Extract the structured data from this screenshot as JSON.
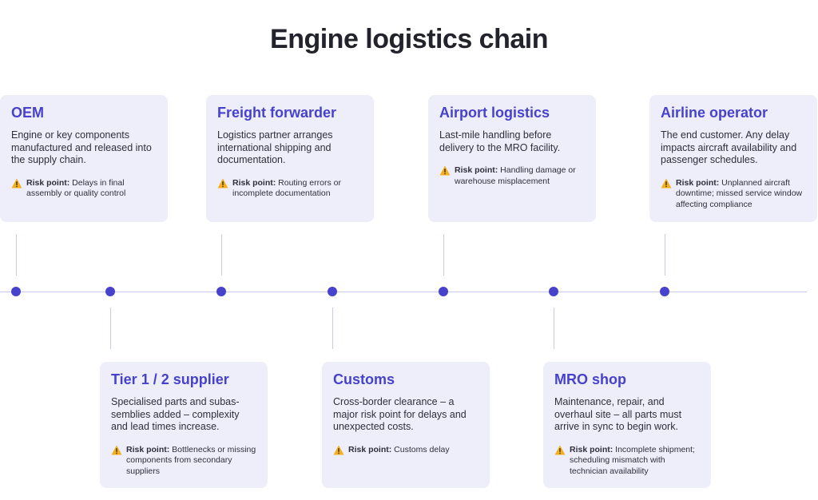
{
  "title": "Engine logistics chain",
  "colors": {
    "accent": "#4642cc",
    "card_bg": "#eeeefb",
    "line": "#c9c8ee",
    "warning": "#f2b01e"
  },
  "icons": {
    "risk": "warning-triangle-icon"
  },
  "risk_label": "Risk point:",
  "stages": [
    {
      "title": "OEM",
      "desc": "Engine or key components manufactured and released into the supply chain.",
      "risk": "Delays in final assembly or quality control"
    },
    {
      "title": "Tier 1 / 2 supplier",
      "desc": "Specialised parts and subas-semblies added – complexity and lead times increase.",
      "risk": "Bottlenecks or missing components from secondary suppliers"
    },
    {
      "title": "Freight forwarder",
      "desc": "Logistics partner arranges international shipping and documentation.",
      "risk": "Routing errors or incomplete documentation"
    },
    {
      "title": "Customs",
      "desc": "Cross-border clearance – a major risk point for delays and unexpected costs.",
      "risk": "Customs delay"
    },
    {
      "title": "Airport logistics",
      "desc": "Last-mile handling before delivery to the MRO facility.",
      "risk": "Handling damage or warehouse misplacement"
    },
    {
      "title": "MRO shop",
      "desc": "Maintenance, repair, and overhaul site – all parts must arrive in sync to begin work.",
      "risk": "Incomplete shipment; scheduling mismatch with technician availability"
    },
    {
      "title": "Airline operator",
      "desc": "The end customer. Any delay impacts aircraft availability and passenger schedules.",
      "risk": "Unplanned aircraft downtime; missed service window affecting compliance"
    }
  ]
}
